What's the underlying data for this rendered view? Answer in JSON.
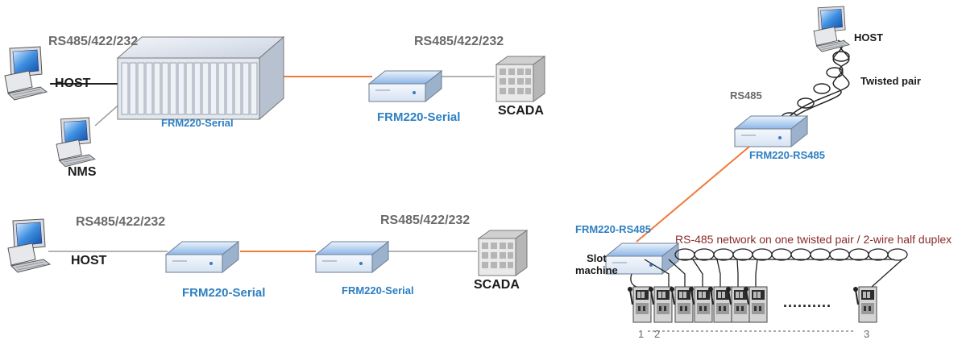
{
  "labels": {
    "top_left_protocol": "RS485/422/232",
    "top_right_protocol": "RS485/422/232",
    "top_host": "HOST",
    "top_nms": "NMS",
    "top_rack": "FRM220-Serial",
    "top_converter": "FRM220-Serial",
    "top_scada": "SCADA",
    "bottom_left_protocol": "RS485/422/232",
    "bottom_right_protocol": "RS485/422/232",
    "bottom_host": "HOST",
    "bottom_converter_1": "FRM220-Serial",
    "bottom_converter_2": "FRM220-Serial",
    "bottom_scada": "SCADA",
    "right_host": "HOST",
    "right_twisted_pair": "Twisted pair",
    "right_rs485": "RS485",
    "right_upper_converter": "FRM220-RS485",
    "right_lower_converter": "FRM220-RS485",
    "slot_machine_line1": "Slot",
    "slot_machine_line2": "machine",
    "network_caption": "RS-485 network on one twisted pair / 2-wire half duplex",
    "slot_dots": "..........",
    "slot_number_1": "1",
    "slot_number_2": "2",
    "slot_number_last": "3"
  },
  "colors": {
    "fiber_link": "#f07a3a",
    "serial_link": "#9a9a9a",
    "device_blue": "#5b8fd3",
    "product_label": "#2d7fc2",
    "network_caption": "#8a2a2a"
  },
  "icons": [
    "computer-icon",
    "rack-chassis-icon",
    "media-converter-icon",
    "building-icon",
    "slot-machine-icon"
  ]
}
